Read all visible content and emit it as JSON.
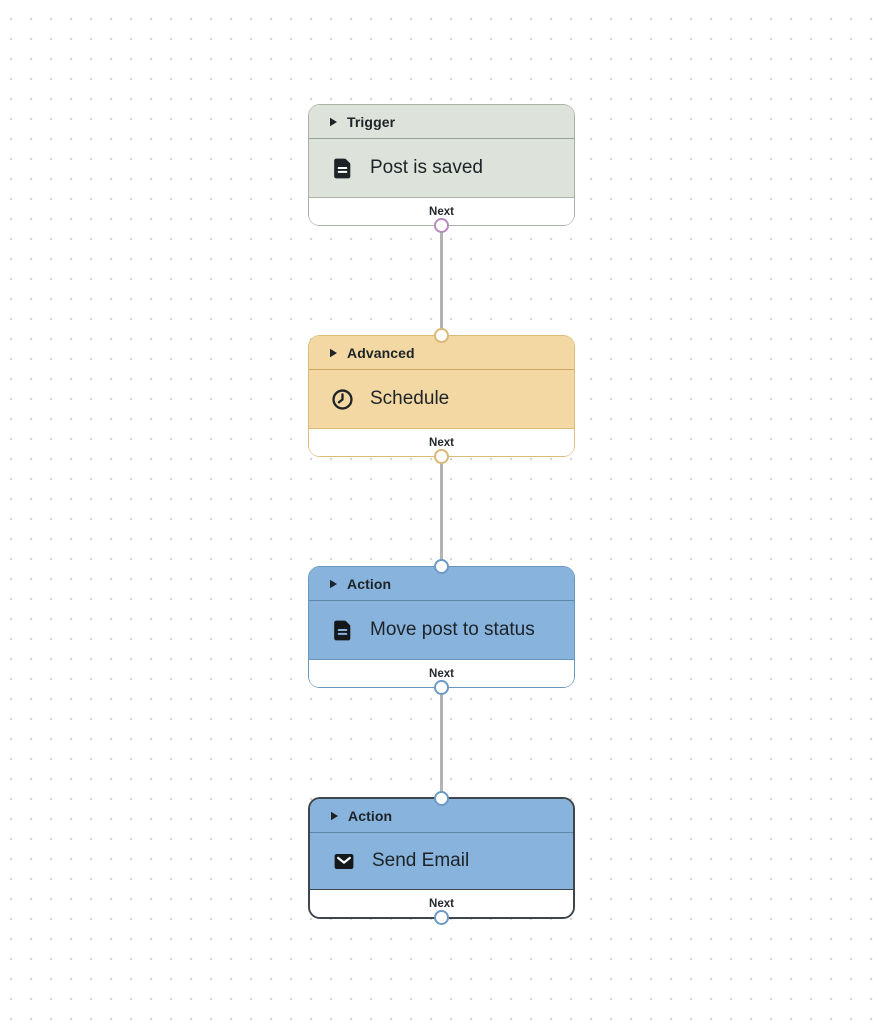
{
  "canvas": {
    "background": "#ffffff",
    "dot_color": "#d8d8d8",
    "edge_color": "#b3b3b3"
  },
  "nodes": [
    {
      "id": "trigger",
      "type_label": "Trigger",
      "title": "Post is saved",
      "icon": "document-icon",
      "port_label": "Next",
      "fill": "#dde3da",
      "border": "#a9b3a3",
      "output_handle_color": "#b48bbc",
      "selected": false
    },
    {
      "id": "advanced",
      "type_label": "Advanced",
      "title": "Schedule",
      "icon": "clock-icon",
      "port_label": "Next",
      "fill": "#f3d8a3",
      "border": "#dcbc79",
      "input_handle_color": "#d9b878",
      "output_handle_color": "#d9b878",
      "selected": false
    },
    {
      "id": "action-move-post",
      "type_label": "Action",
      "title": "Move post to status",
      "icon": "document-icon",
      "port_label": "Next",
      "fill": "#87b3dc",
      "border": "#6896bd",
      "input_handle_color": "#6b9ac4",
      "output_handle_color": "#6b9ac4",
      "selected": false
    },
    {
      "id": "action-send-email",
      "type_label": "Action",
      "title": "Send Email",
      "icon": "envelope-icon",
      "port_label": "Next",
      "fill": "#87b3dc",
      "border": "#3e454d",
      "input_handle_color": "#6b9ac4",
      "output_handle_color": "#6b9ac4",
      "selected": true
    }
  ]
}
